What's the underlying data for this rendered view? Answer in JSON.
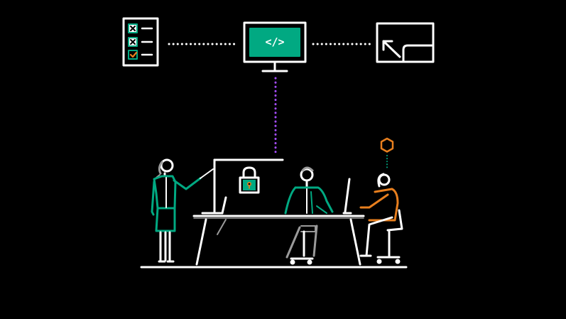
{
  "illustration": {
    "code_symbol": "</>",
    "colors": {
      "background": "#000000",
      "line": "#ffffff",
      "accent_green": "#01a982",
      "accent_orange": "#e87f1e",
      "connector_purple": "#a64dff",
      "connector_green": "#01a982",
      "desk_shadow": "#9a9a9a"
    },
    "icons": [
      "checklist-icon",
      "code-monitor-icon",
      "expand-arrow-icon",
      "lock-icon",
      "hexagon-icon"
    ],
    "checklist_items": [
      {
        "state": "crossed",
        "color": "#ffffff"
      },
      {
        "state": "crossed",
        "color": "#ffffff"
      },
      {
        "state": "checked",
        "color": "#e87f1e"
      }
    ]
  }
}
